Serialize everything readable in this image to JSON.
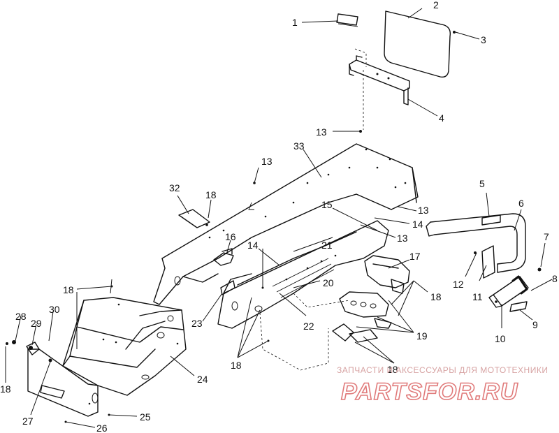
{
  "callouts": [
    {
      "id": "c1",
      "text": "1"
    },
    {
      "id": "c2",
      "text": "2"
    },
    {
      "id": "c3",
      "text": "3"
    },
    {
      "id": "c4",
      "text": "4"
    },
    {
      "id": "c5",
      "text": "5"
    },
    {
      "id": "c6",
      "text": "6"
    },
    {
      "id": "c7",
      "text": "7"
    },
    {
      "id": "c8",
      "text": "8"
    },
    {
      "id": "c9",
      "text": "9"
    },
    {
      "id": "c10",
      "text": "10"
    },
    {
      "id": "c11",
      "text": "11"
    },
    {
      "id": "c12",
      "text": "12"
    },
    {
      "id": "c13a",
      "text": "13"
    },
    {
      "id": "c13b",
      "text": "13"
    },
    {
      "id": "c13c",
      "text": "13"
    },
    {
      "id": "c13d",
      "text": "13"
    },
    {
      "id": "c14a",
      "text": "14"
    },
    {
      "id": "c14b",
      "text": "14"
    },
    {
      "id": "c15",
      "text": "15"
    },
    {
      "id": "c16",
      "text": "16"
    },
    {
      "id": "c17",
      "text": "17"
    },
    {
      "id": "c18a",
      "text": "18"
    },
    {
      "id": "c18b",
      "text": "18"
    },
    {
      "id": "c18c",
      "text": "18"
    },
    {
      "id": "c18d",
      "text": "18"
    },
    {
      "id": "c18e",
      "text": "18"
    },
    {
      "id": "c18f",
      "text": "18"
    },
    {
      "id": "c19",
      "text": "19"
    },
    {
      "id": "c20",
      "text": "20"
    },
    {
      "id": "c21",
      "text": "21"
    },
    {
      "id": "c22",
      "text": "22"
    },
    {
      "id": "c23",
      "text": "23"
    },
    {
      "id": "c24",
      "text": "24"
    },
    {
      "id": "c25",
      "text": "25"
    },
    {
      "id": "c26",
      "text": "26"
    },
    {
      "id": "c27",
      "text": "27"
    },
    {
      "id": "c28",
      "text": "28"
    },
    {
      "id": "c29",
      "text": "29"
    },
    {
      "id": "c30",
      "text": "30"
    },
    {
      "id": "c32",
      "text": "32"
    },
    {
      "id": "c33",
      "text": "33"
    }
  ],
  "watermark": {
    "tagline": "ЗАПЧАСТИ И АКСЕССУАРЫ ДЛЯ МОТОТЕХНИКИ",
    "brand": "PARTSFOR.RU",
    "color": "#e07a7a"
  }
}
